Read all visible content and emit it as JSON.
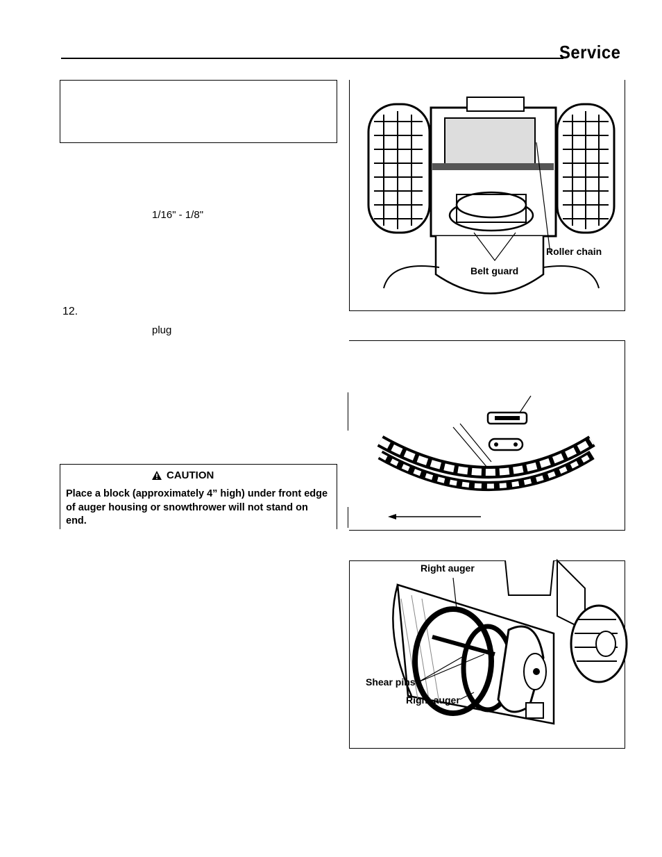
{
  "header": {
    "title": "Service"
  },
  "left": {
    "measurement": "1/16\" - 1/8\"",
    "step_number": "12.",
    "plug_word": "plug"
  },
  "caution": {
    "heading": "CAUTION",
    "text": "Place a block (approximately 4” high) under front edge of auger housing or snowthrower will not stand on end."
  },
  "figures": {
    "fig1": {
      "roller_chain": "Roller chain",
      "belt_guard": "Belt guard"
    },
    "fig3": {
      "right_auger_top": "Right auger",
      "shear_pins": "Shear pins",
      "right_auger_bottom": "Right auger"
    }
  }
}
